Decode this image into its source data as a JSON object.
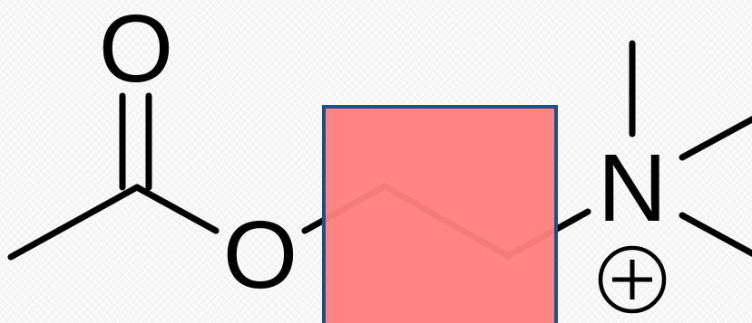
{
  "molecule": {
    "atoms": {
      "carbonyl_oxygen": "O",
      "ester_oxygen": "O",
      "nitrogen": "N",
      "charge": "+"
    }
  },
  "highlight": {
    "fill_color": "#ff7f7f",
    "border_color": "#1f4e8c"
  },
  "colors": {
    "bond": "#000000",
    "label": "#000000"
  }
}
